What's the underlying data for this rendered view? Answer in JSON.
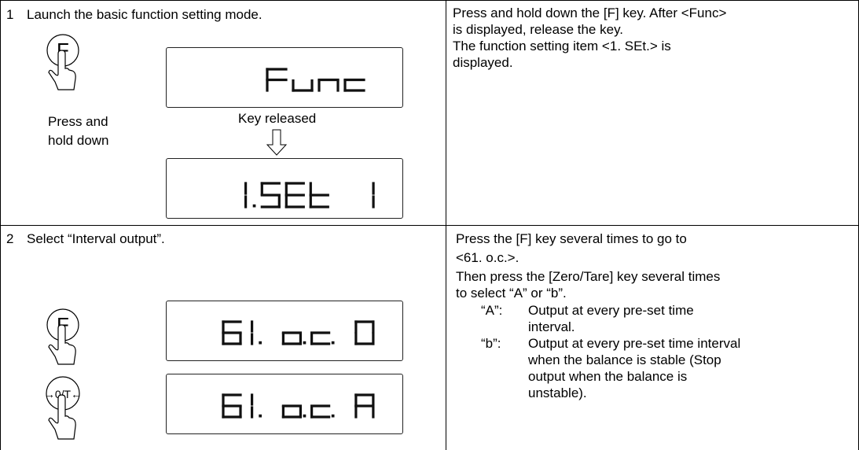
{
  "steps": [
    {
      "number": "1",
      "title": "Launch the basic function setting mode.",
      "key_label": "F",
      "press_caption": [
        "Press and",
        "hold down"
      ],
      "released_caption": "Key released",
      "display_top": "Func",
      "display_bottom": "1.SEt  1",
      "description": [
        "Press and hold down the [F] key. After <Func>",
        "is displayed, release the key.",
        "The function setting item <1. SEt.> is",
        "displayed."
      ]
    },
    {
      "number": "2",
      "title": "Select “Interval output”.",
      "key1_label": "F",
      "key2_label": "→0/T←",
      "display_top": "61. o.c. 0",
      "display_bottom": "61. o.c. A",
      "description_lines": [
        "Press the [F] key several times to go to",
        "<61. o.c.>.",
        "Then press the [Zero/Tare] key several times",
        "to select “A” or “b”."
      ],
      "options": [
        {
          "key": "“A”:",
          "lines": [
            "Output at every pre-set time",
            "interval."
          ]
        },
        {
          "key": "“b”:",
          "lines": [
            "Output at every pre-set time interval",
            "when the balance is stable (Stop",
            "output when the balance is",
            "unstable)."
          ]
        }
      ]
    }
  ]
}
